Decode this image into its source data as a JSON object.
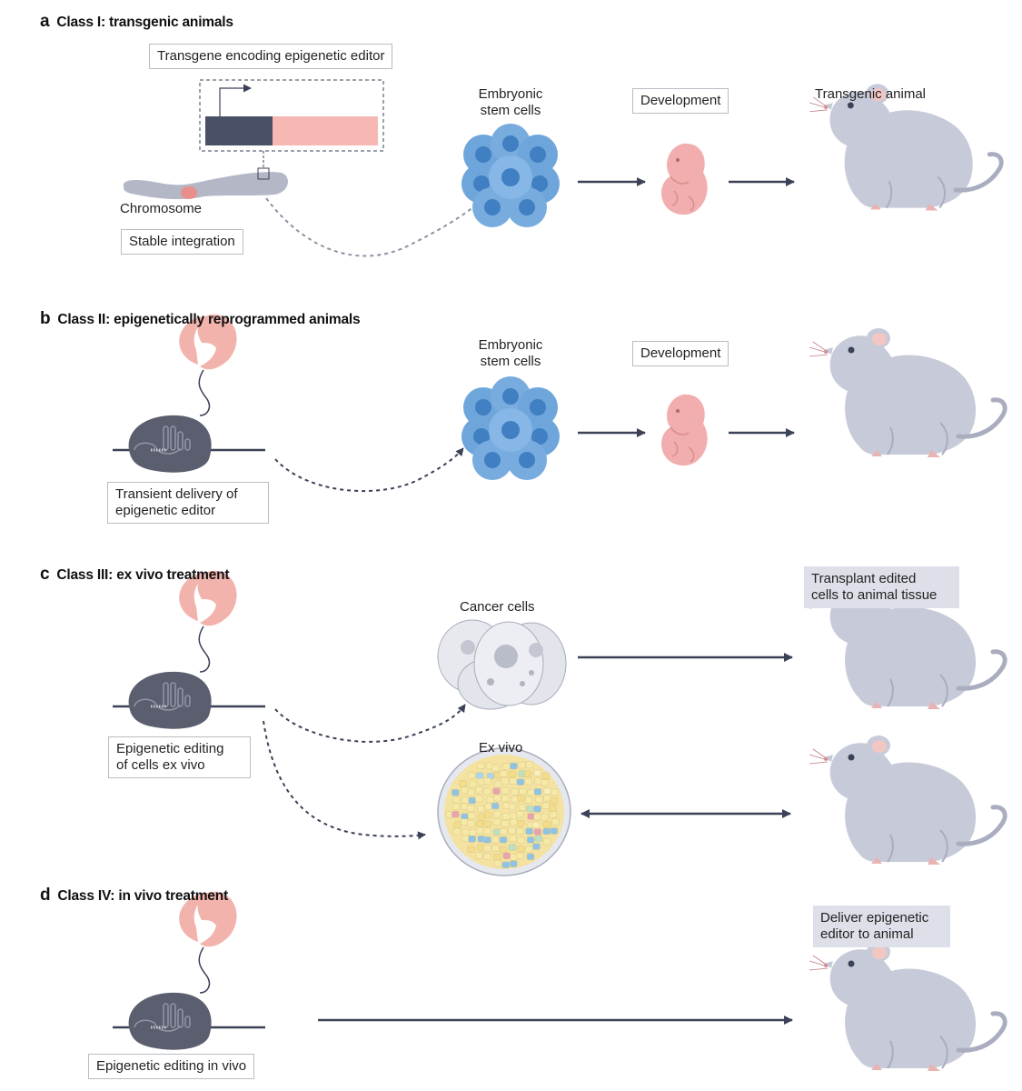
{
  "panels": {
    "a": {
      "letter": "a",
      "title": "Class I: transgenic animals"
    },
    "b": {
      "letter": "b",
      "title": "Class II: epigenetically reprogrammed animals"
    },
    "c": {
      "letter": "c",
      "title": "Class III: ex vivo treatment"
    },
    "d": {
      "letter": "d",
      "title": "Class IV: in vivo treatment"
    }
  },
  "labels": {
    "transgene": "Transgene encoding epigenetic editor",
    "chromosome": "Chromosome",
    "stable_integration": "Stable integration",
    "esc": "Embryonic\nstem cells",
    "development": "Development",
    "transgenic_animal": "Transgenic animal",
    "transient_delivery": "Transient delivery of\nepigenetic editor",
    "cancer_cells": "Cancer cells",
    "ex_vivo": "Ex vivo",
    "transplant": "Transplant edited\ncells to animal tissue",
    "editing_ex_vivo": "Epigenetic editing\nof cells ex vivo",
    "deliver": "Deliver epigenetic\neditor to animal",
    "editing_in_vivo": "Epigenetic editing in vivo"
  },
  "colors": {
    "editor_pink": "#f2b3ad",
    "editor_pink_dark": "#d98e88",
    "complex_gray": "#5a5e6e",
    "line_dark": "#3b4257",
    "stem_blue": "#6ea6dc",
    "stem_nucleus": "#3f7fc2",
    "mouse_gray": "#c7cad8",
    "mouse_dark": "#a9adbf",
    "embryo_pink": "#f2adae",
    "box_shade": "#dde0e8"
  }
}
